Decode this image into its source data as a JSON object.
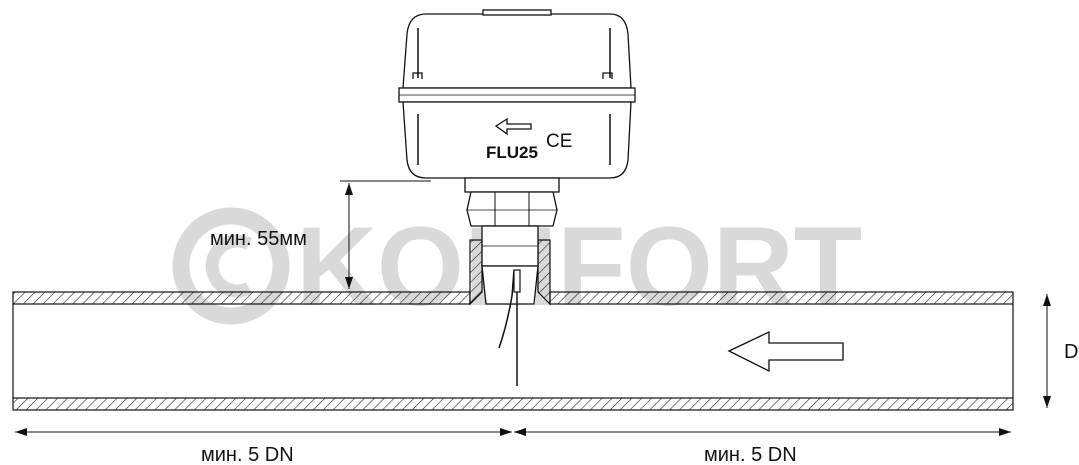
{
  "watermark": {
    "text": "KOMFORT",
    "color": "#d9d9d9"
  },
  "device": {
    "model": "FLU25",
    "ce_mark": "CE",
    "flow_icon": "arrow-left-icon"
  },
  "dimensions": {
    "min_height_label": "мин. 55мм",
    "upstream_label": "мин. 5 DN",
    "downstream_label": "мин. 5 DN",
    "pipe_diameter_label": "D"
  },
  "flow": {
    "direction": "left",
    "icon": "flow-arrow-icon"
  },
  "colors": {
    "line": "#111111",
    "hatch": "#222222",
    "background": "#ffffff"
  }
}
